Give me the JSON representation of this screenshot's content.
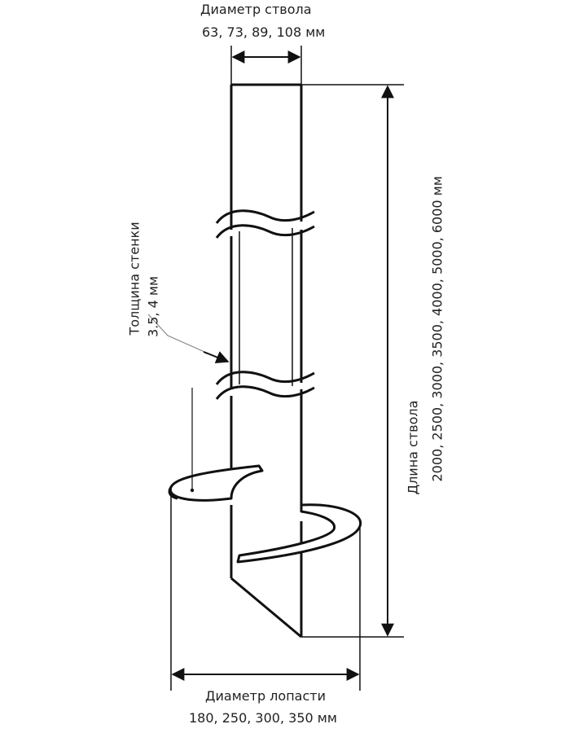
{
  "shaft_diameter": {
    "title": "Диаметр ствола",
    "values": "63, 73, 89, 108 мм"
  },
  "shaft_length": {
    "title": "Длина ствола",
    "values": "2000, 2500, 3000, 3500, 4000, 5000, 6000 мм"
  },
  "wall_thickness": {
    "title": "Толщина стенки",
    "values": "3.5, 4 мм"
  },
  "blade_diameter": {
    "title": "Диаметр лопасти",
    "values": "180, 250, 300, 350 мм"
  },
  "colors": {
    "line": "#111111",
    "thin_line": "#888888"
  }
}
